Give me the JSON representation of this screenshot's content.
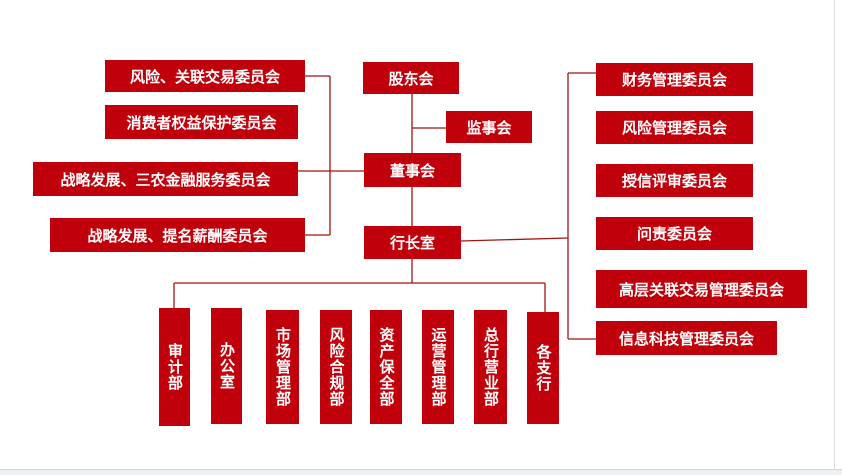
{
  "center": {
    "shareholders": "股东会",
    "supervisors": "监事会",
    "board": "董事会",
    "president_office": "行长室"
  },
  "left_committees": [
    "风险、关联交易委员会",
    "消费者权益保护委员会",
    "战略发展、三农金融服务委员会",
    "战略发展、提名薪酬委员会"
  ],
  "right_committees": [
    "财务管理委员会",
    "风险管理委员会",
    "授信评审委员会",
    "问责委员会",
    "高层关联交易管理委员会",
    "信息科技管理委员会"
  ],
  "departments": [
    "审计部",
    "办公室",
    "市场管理部",
    "风险合规部",
    "资产保全部",
    "运营管理部",
    "总行营业部",
    "各支行"
  ],
  "colors": {
    "box": "#c0000a",
    "line": "#a01515",
    "text": "#ffffff"
  }
}
